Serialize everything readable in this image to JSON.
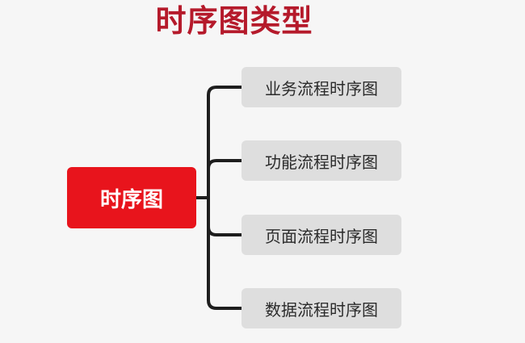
{
  "title": "时序图类型",
  "root": {
    "label": "时序图"
  },
  "branches": [
    {
      "label": "业务流程时序图"
    },
    {
      "label": "功能流程时序图"
    },
    {
      "label": "页面流程时序图"
    },
    {
      "label": "数据流程时序图"
    }
  ],
  "colors": {
    "title": "#b51a2b",
    "root_fill": "#e8141c",
    "branch_fill": "#dedede",
    "connector": "#1e1e1e",
    "background": "#f6f6f6"
  }
}
